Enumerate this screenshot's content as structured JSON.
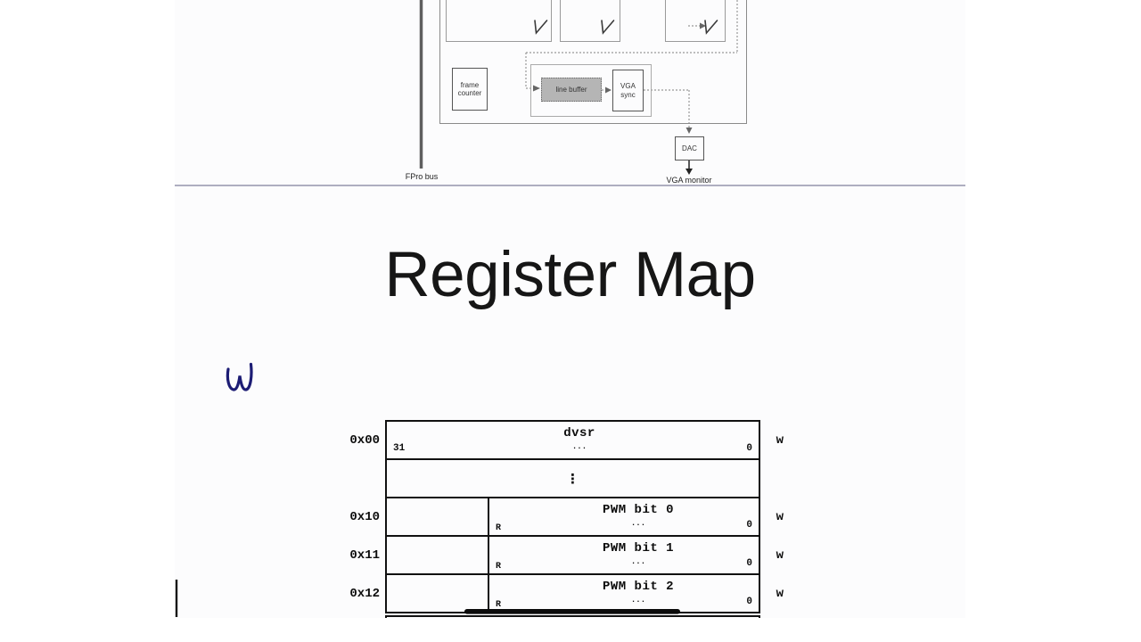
{
  "page": {
    "background": "#ffffff",
    "slide_background": "#fcfcfd",
    "divider_color": "#aeaec0"
  },
  "title": "Register Map",
  "handwriting": {
    "letter": "W",
    "color": "#1c1c74"
  },
  "annotations": {
    "bar_color": "#0b0b0b",
    "pen_line_color": "#141414"
  },
  "diagram": {
    "bus_label": "FPro bus",
    "frame_counter_label": "frame counter",
    "line_buffer_label": "line buffer",
    "line_buffer_fill": "#b5b5b5",
    "vga_sync_label": "VGA sync",
    "dac_label": "DAC",
    "monitor_label": "VGA monitor"
  },
  "register_map": {
    "rows": [
      {
        "addr": "0x00",
        "field": "dvsr",
        "dots": "...",
        "msb": "31",
        "lsb": "0",
        "access": "w"
      },
      {
        "addr": "",
        "field": "⋮"
      },
      {
        "addr": "0x10",
        "field": "PWM bit 0",
        "dots": "...",
        "reserved": "R",
        "lsb": "0",
        "access": "w"
      },
      {
        "addr": "0x11",
        "field": "PWM bit 1",
        "dots": "...",
        "reserved": "R",
        "lsb": "0",
        "access": "w"
      },
      {
        "addr": "0x12",
        "field": "PWM bit 2",
        "dots": "...",
        "reserved": "R",
        "lsb": "0",
        "access": "w"
      }
    ]
  }
}
